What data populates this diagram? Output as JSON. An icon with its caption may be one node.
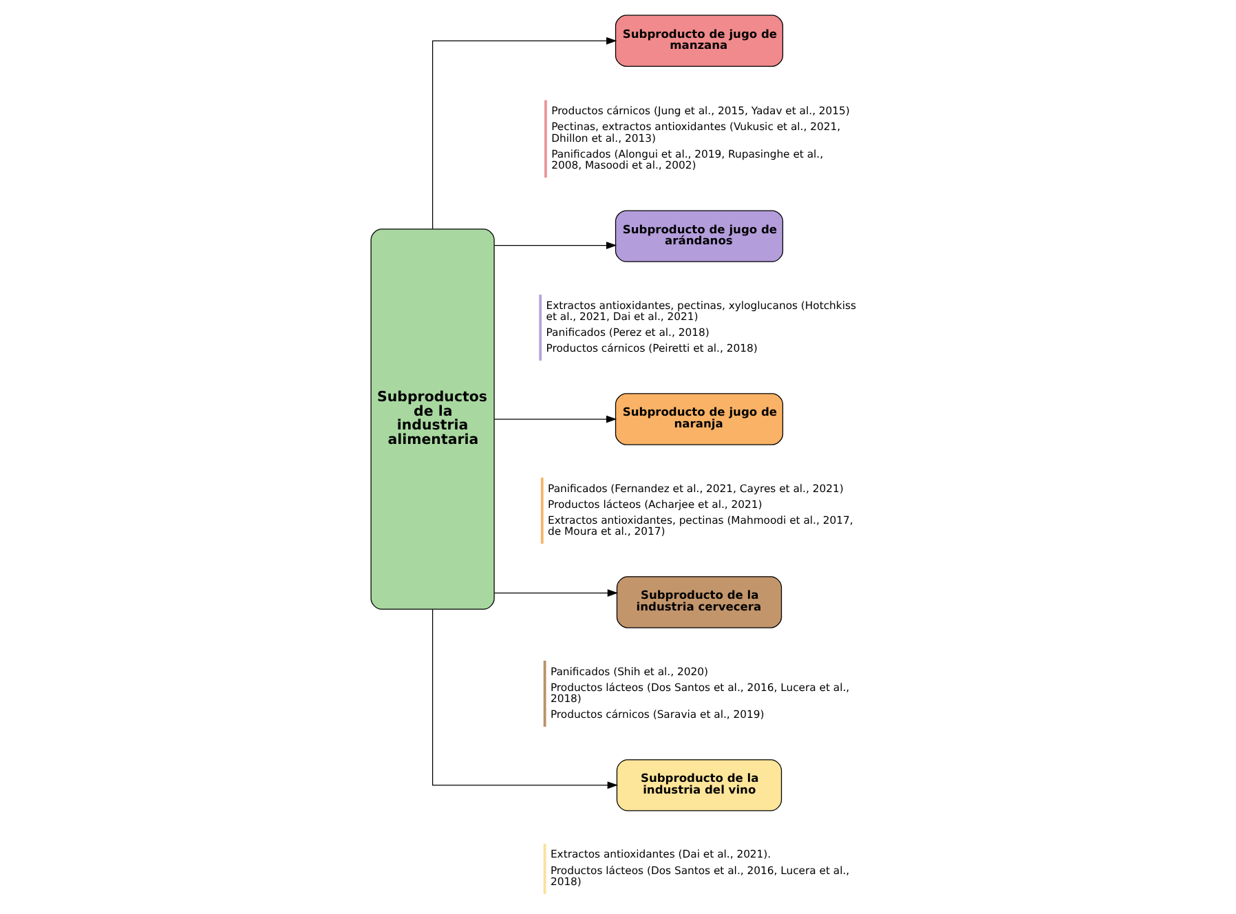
{
  "diagram": {
    "nodes": [
      {
        "text": [
          "Subproductos de la industria alimentaria"
        ]
      },
      {
        "text": [
          "Subproducto de jugo de manzana"
        ],
        "beside": [
          "Productos cárnicos (Jung et al., 2015, Yadav et al., 2015)",
          "Pectinas, extractos antioxidantes (Vukusic et al., 2021, Dhillon et al., 2013)",
          "Panificados (Alongui et al., 2019, Rupasinghe et al., 2008, Masoodi et al., 2002)"
        ]
      },
      {
        "text": [
          "Subproducto de jugo de arándanos"
        ],
        "beside": [
          "Extractos antioxidantes, pectinas, xyloglucanos (Hotchkiss et al., 2021, Dai et al., 2021)",
          "Panificados (Perez et al., 2018)",
          "Productos cárnicos (Peiretti et al., 2018)"
        ]
      },
      {
        "text": [
          "Subproducto de jugo de naranja"
        ],
        "beside": [
          "Panificados (Fernandez et al., 2021, Cayres et al., 2021)",
          "Productos lácteos (Acharjee et al., 2021)",
          "Extractos antioxidantes, pectinas (Mahmoodi et al., 2017, de Moura et al., 2017)"
        ]
      },
      {
        "text": [
          "Subproducto de la industria cervecera"
        ],
        "beside": [
          "Panificados (Shih et al., 2020)",
          "Productos lácteos (Dos Santos et al., 2016, Lucera et al., 2018)",
          "Productos cárnicos (Saravia et al., 2019)"
        ]
      },
      {
        "text": [
          "Subproducto de la industria del vino"
        ],
        "beside": [
          "Extractos antioxidantes (Dai et al., 2021).",
          "Productos lácteos (Dos Santos et al., 2016, Lucera et al., 2018)"
        ]
      }
    ],
    "edges": [
      {
        "from": 0,
        "to": 1,
        "arrow": "to"
      },
      {
        "from": 0,
        "to": 2,
        "arrow": "to"
      },
      {
        "from": 0,
        "to": 3,
        "arrow": "to"
      },
      {
        "from": 0,
        "to": 4,
        "arrow": "to"
      },
      {
        "from": 0,
        "to": 5,
        "arrow": "to"
      }
    ]
  }
}
